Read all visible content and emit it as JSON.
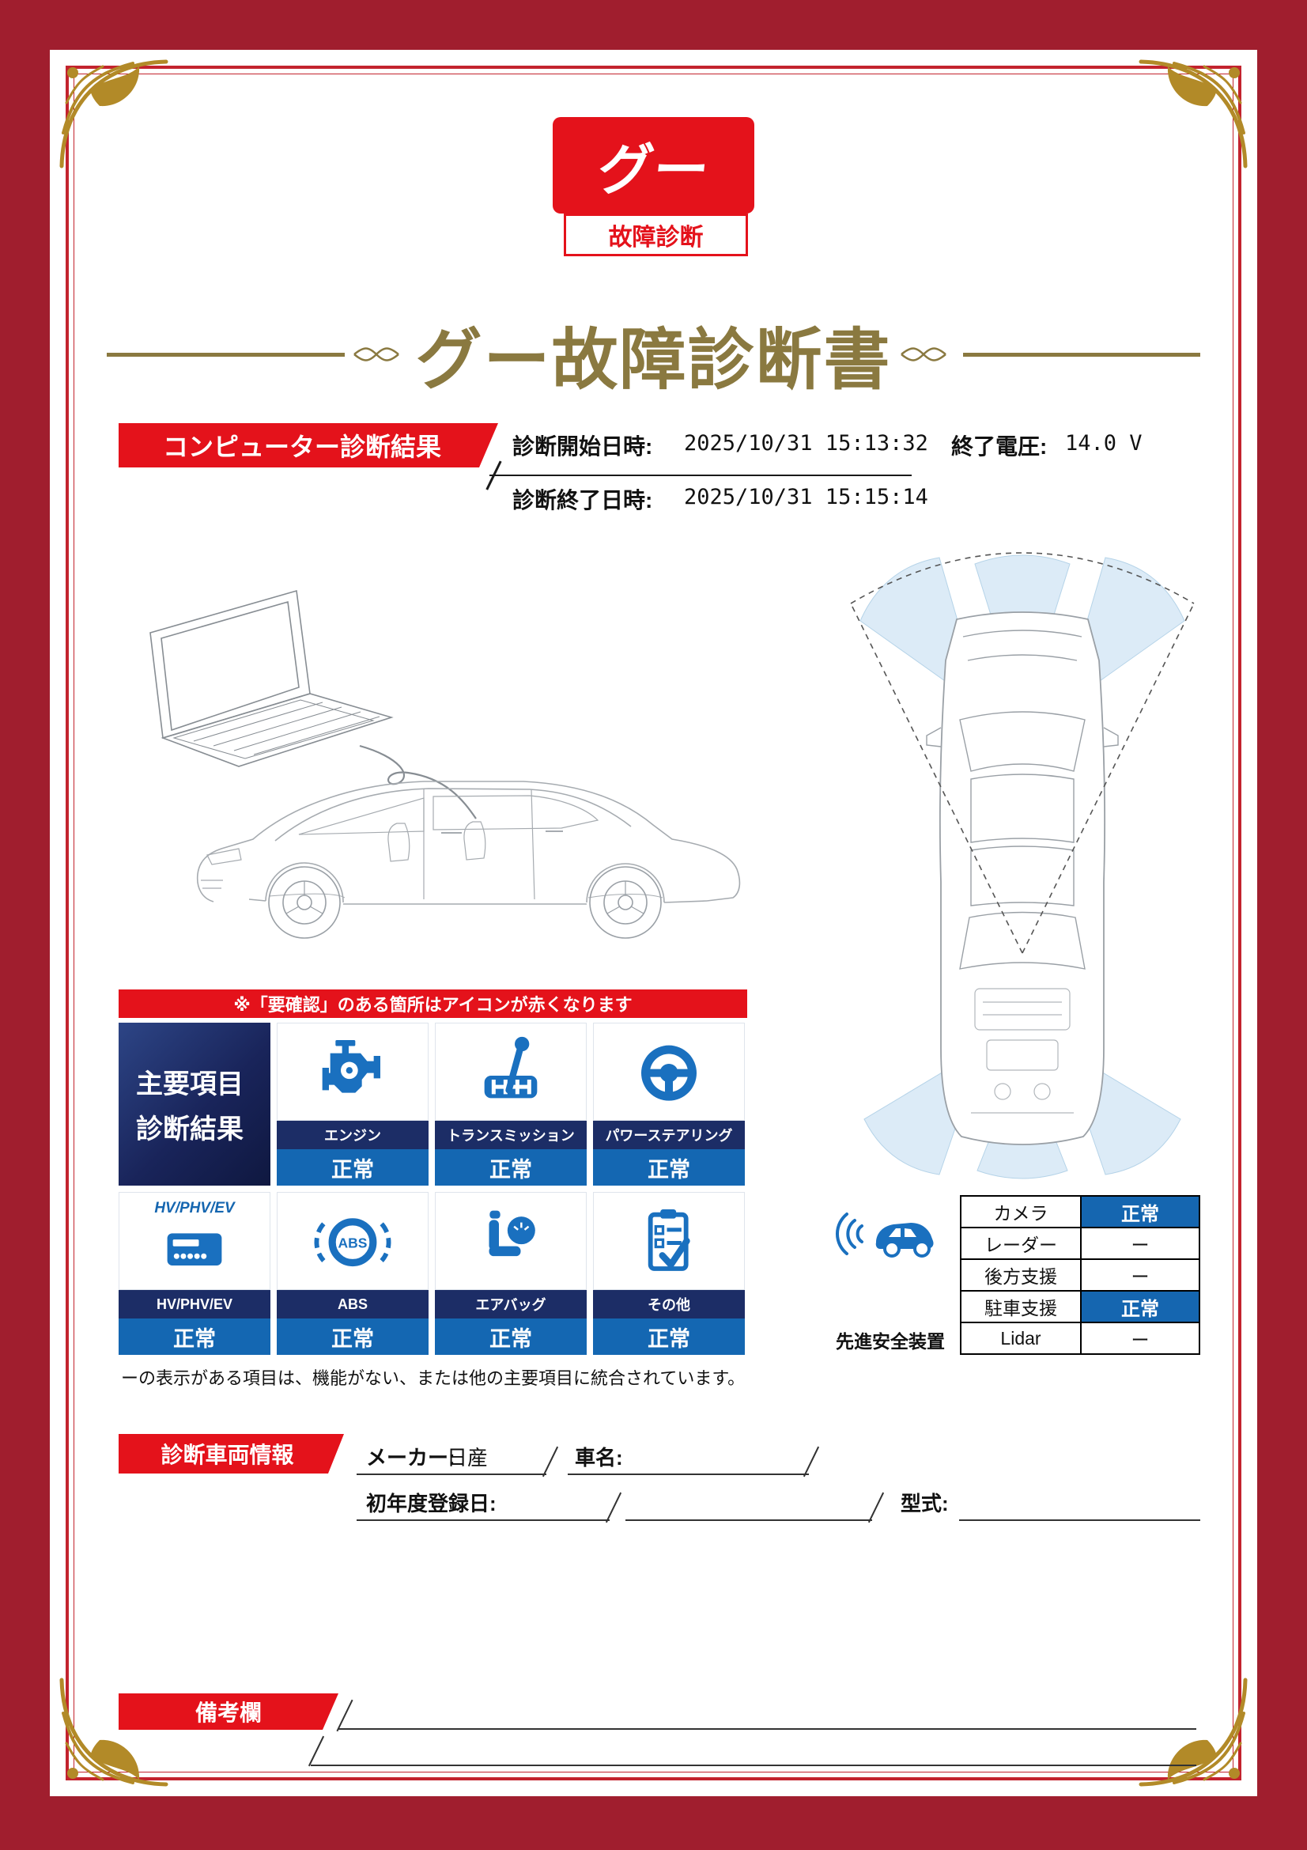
{
  "colors": {
    "frame": "#a01e2e",
    "accent_red": "#e4121b",
    "title_gold": "#8a7940",
    "label_navy": "#1c2d66",
    "status_blue": "#1467b2",
    "icon_blue": "#1a70bf"
  },
  "logo": {
    "mark": "グー",
    "sub": "故障診断"
  },
  "title": "グー故障診断書",
  "diag": {
    "banner": "コンピューター診断結果",
    "start_label": "診断開始日時:",
    "start_value": "2025/10/31 15:13:32",
    "volt_label": "終了電圧:",
    "volt_value": "14.0 V",
    "end_label": "診断終了日時:",
    "end_value": "2025/10/31 15:15:14"
  },
  "note_bar": "※「要確認」のある箇所はアイコンが赤くなります",
  "grid": {
    "header_line1": "主要項目",
    "header_line2": "診断結果",
    "abs_text": "ABS",
    "items": [
      {
        "label": "エンジン",
        "status": "正常"
      },
      {
        "label": "トランスミッション",
        "status": "正常"
      },
      {
        "label": "パワーステアリング",
        "status": "正常"
      },
      {
        "header": "HV/PHV/EV",
        "label": "HV/PHV/EV",
        "status": "正常"
      },
      {
        "label": "ABS",
        "status": "正常"
      },
      {
        "label": "エアバッグ",
        "status": "正常"
      },
      {
        "label": "その他",
        "status": "正常"
      }
    ],
    "footnote": "ーの表示がある項目は、機能がない、または他の主要項目に統合されています。"
  },
  "safety": {
    "label": "先進安全装置",
    "rows": [
      {
        "name": "カメラ",
        "status": "正常"
      },
      {
        "name": "レーダー",
        "status": "ー"
      },
      {
        "name": "後方支援",
        "status": "ー"
      },
      {
        "name": "駐車支援",
        "status": "正常"
      },
      {
        "name": "Lidar",
        "status": "ー"
      }
    ]
  },
  "vehicle": {
    "banner": "診断車両情報",
    "maker_label": "メーカー:",
    "maker_value": "日産",
    "name_label": "車名:",
    "name_value": "",
    "reg_label": "初年度登録日:",
    "reg_value": "",
    "model_label": "型式:",
    "model_value": ""
  },
  "remarks": {
    "banner": "備考欄"
  }
}
